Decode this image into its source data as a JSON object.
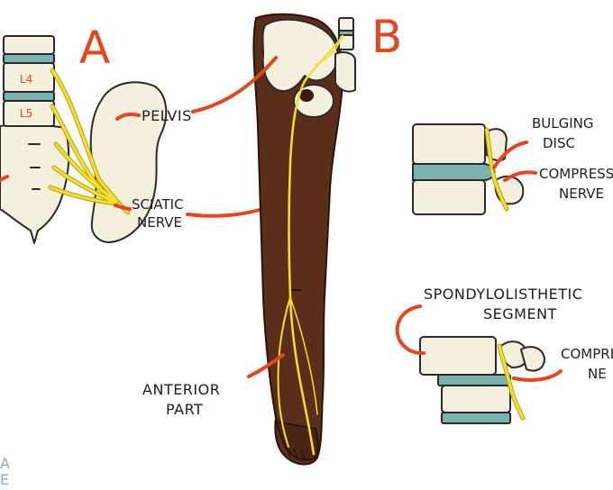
{
  "panel_a": {
    "letter": "A",
    "vertebra_1": "L4",
    "vertebra_2": "L5",
    "pelvis_label": "PELVIS",
    "sciatic_line1": "SCIATIC",
    "sciatic_line2": "NERVE"
  },
  "panel_b": {
    "letter": "B",
    "anterior_line1": "ANTERIOR",
    "anterior_line2": "PART"
  },
  "panel_c": {
    "bulging_line1": "BULGING",
    "bulging_line2": "DISC",
    "compressed_line1": "COMPRESS",
    "compressed_line2": "NERVE"
  },
  "panel_d": {
    "spondy_line1": "SPONDYLOLISTHETIC",
    "spondy_line2": "SEGMENT",
    "compressed_line1": "COMPRE",
    "compressed_line2": "NE"
  },
  "watermark": {
    "line1": "A",
    "line2": "E"
  },
  "colors": {
    "accent": "#e8441d",
    "bone": "#f4f0dd",
    "disc": "#7ab2b2",
    "nerve": "#f2e02a",
    "skin": "#5a2e1a"
  }
}
